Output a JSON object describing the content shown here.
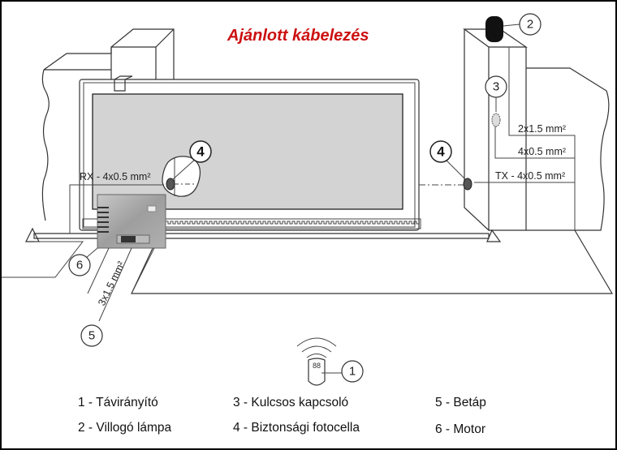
{
  "title": "Ajánlott kábelezés",
  "colors": {
    "title": "#cc1111",
    "gate_panel": "#d3d3d3",
    "line": "#333333",
    "lamp": "#111111"
  },
  "callouts": {
    "remote": "1",
    "lamp": "2",
    "key_switch": "3",
    "photocell_rx": "4",
    "photocell_tx": "4",
    "power": "5",
    "motor": "6"
  },
  "cable_labels": {
    "lamp_cable": "2x1.5 mm²",
    "key_switch_cable": "4x0.5 mm²",
    "tx_cable": "TX - 4x0.5 mm²",
    "rx_cable": "RX - 4x0.5 mm²",
    "power_cable": "3x1.5 mm²"
  },
  "legend": [
    {
      "id": "1",
      "text": "1 - Távirányító"
    },
    {
      "id": "2",
      "text": "2 - Villogó lámpa"
    },
    {
      "id": "3",
      "text": "3 - Kulcsos kapcsoló"
    },
    {
      "id": "4",
      "text": "4 - Biztonsági fotocella"
    },
    {
      "id": "5",
      "text": "5 - Betáp"
    },
    {
      "id": "6",
      "text": "6 - Motor"
    }
  ]
}
